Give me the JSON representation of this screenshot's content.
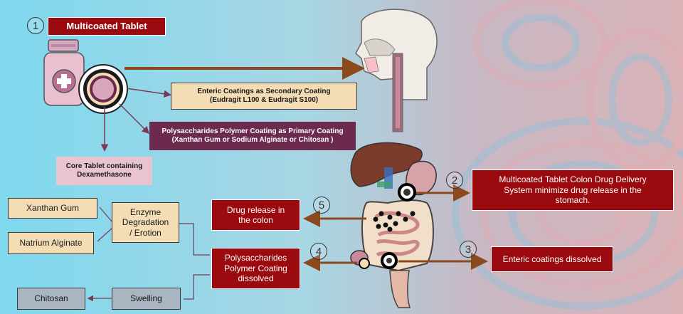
{
  "title": "Multicoated  Tablet",
  "steps": {
    "s1": "1",
    "s2": "2",
    "s3": "3",
    "s4": "4",
    "s5": "5"
  },
  "enteric": {
    "line1": "Enteric Coatings as Secondary Coating",
    "line2": "(Eudragit L100 & Eudragit S100)"
  },
  "polysaccharide": {
    "line1": "Polysaccharides  Polymer Coating as Primary Coating",
    "line2": "(Xanthan Gum or Sodium Alginate or Chitosan )"
  },
  "core": {
    "line1": "Core Tablet containing",
    "line2": "Dexamethasone"
  },
  "stage2": {
    "line1": "Multicoated Tablet Colon Drug Delivery",
    "line2": "System minimize drug release in the",
    "line3": "stomach."
  },
  "stage3": "Enteric coatings dissolved",
  "stage4": {
    "line1": "Polysaccharides",
    "line2": "Polymer Coating",
    "line3": "dissolved"
  },
  "stage5": {
    "line1": "Drug release in",
    "line2": "the colon"
  },
  "polymers": {
    "xanthan": "Xanthan Gum",
    "alginate": "Natrium Alginate",
    "chitosan": "Chitosan"
  },
  "mechanisms": {
    "enzyme_line1": "Enzyme",
    "enzyme_line2": "Degradation",
    "enzyme_line3": "/ Erotion",
    "swelling": "Swelling"
  },
  "colors": {
    "red_box": "#9b0a0f",
    "tan_box": "#f4dcb4",
    "purple_box": "#6b2a4e",
    "pink_box": "#e8c4d0",
    "grey_box": "#a9b5c1",
    "arrow": "#8b4a1e",
    "connector": "#7a3a55"
  }
}
